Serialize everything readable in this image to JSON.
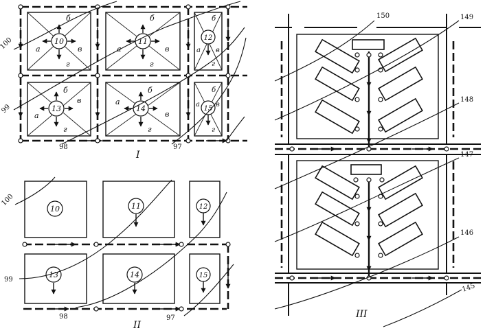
{
  "panels": {
    "I": "I",
    "II": "II",
    "III": "III"
  },
  "blocks": [
    "10",
    "11",
    "12",
    "13",
    "14",
    "15"
  ],
  "sectors": [
    "а",
    "б",
    "в",
    "г"
  ],
  "contours_left": [
    "100",
    "99",
    "98",
    "97"
  ],
  "contours_right": [
    "150",
    "149",
    "148",
    "147",
    "146",
    "145"
  ]
}
